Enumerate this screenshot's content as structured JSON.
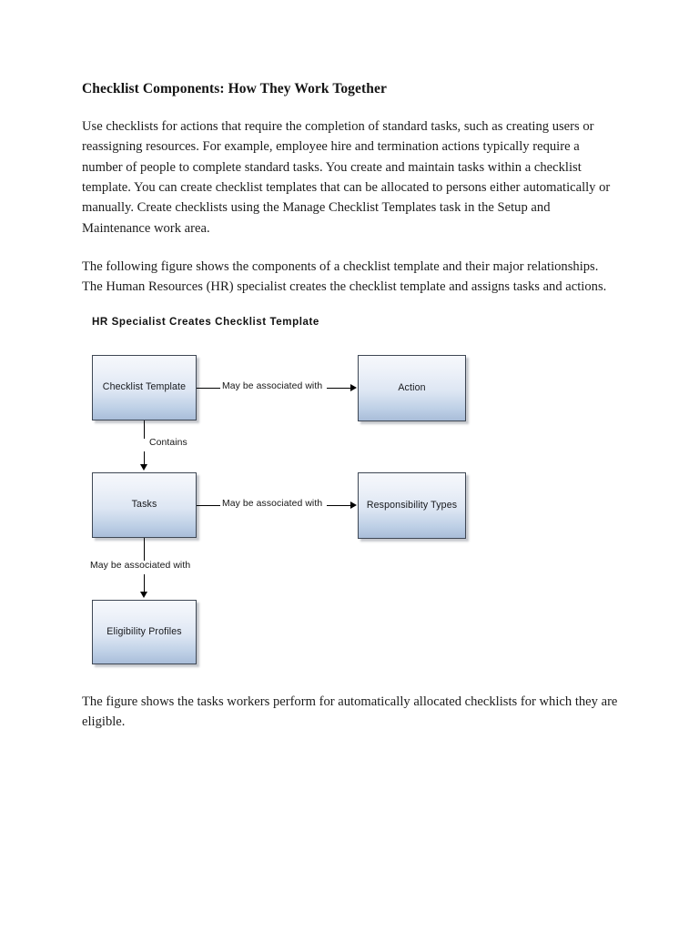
{
  "document": {
    "title": "Checklist Components: How They Work Together",
    "paragraphs": [
      "Use checklists for actions that require the completion of standard tasks, such as creating users or reassigning resources. For example, employee hire and termination actions typically require a number of people to complete standard tasks. You create and maintain tasks within a checklist template. You can create checklist templates that can be allocated to persons either automatically or manually. Create checklists using the Manage Checklist Templates task in the Setup and Maintenance work area.",
      "The following figure shows the components of a checklist template and their major relationships. The Human Resources (HR) specialist creates the checklist template and assigns tasks and actions."
    ],
    "closing_paragraph": "The figure shows the tasks workers perform for automatically allocated checklists for which they are eligible."
  },
  "figure": {
    "title": "HR Specialist Creates Checklist Template",
    "nodes": [
      {
        "id": "checklist-template",
        "label": "Checklist Template"
      },
      {
        "id": "action",
        "label": "Action"
      },
      {
        "id": "tasks",
        "label": "Tasks"
      },
      {
        "id": "responsibility-types",
        "label": "Responsibility Types"
      },
      {
        "id": "eligibility-profiles",
        "label": "Eligibility Profiles"
      }
    ],
    "edges": [
      {
        "id": "edge1",
        "from": "checklist-template",
        "to": "action",
        "label": "May be associated with",
        "direction": "right"
      },
      {
        "id": "edge2",
        "from": "checklist-template",
        "to": "tasks",
        "label": "Contains",
        "direction": "down"
      },
      {
        "id": "edge3",
        "from": "tasks",
        "to": "responsibility-types",
        "label": "May be associated with",
        "direction": "right"
      },
      {
        "id": "edge4",
        "from": "tasks",
        "to": "eligibility-profiles",
        "label": "May be associated with",
        "direction": "down"
      }
    ],
    "style": {
      "node_fill_top": "#f6f8fc",
      "node_fill_bottom": "#a9bdd9",
      "node_border": "#3e4754",
      "connector_color": "#000000",
      "shadow": "#787d87"
    }
  }
}
